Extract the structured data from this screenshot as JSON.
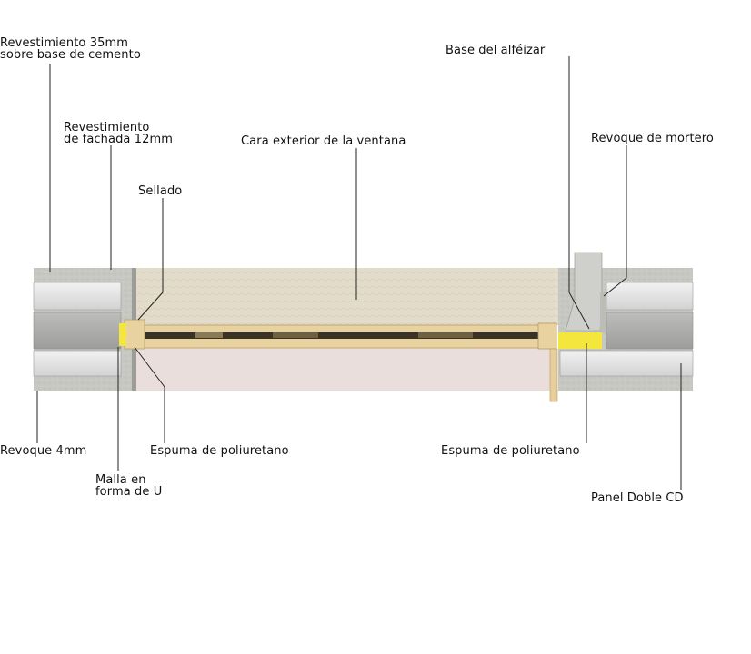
{
  "labels": {
    "revestimiento_35": "Revestimiento 35mm\nsobre base de cemento",
    "revestimiento_fachada": "Revestimiento\nde fachada 12mm",
    "sellado": "Sellado",
    "cara_exterior": "Cara exterior de la ventana",
    "base_alfeizar": "Base del alféizar",
    "revoque_mortero": "Revoque de mortero",
    "revoque_4mm": "Revoque 4mm",
    "espuma_izq": "Espuma de poliuretano",
    "malla_u": "Malla en\nforma de U",
    "espuma_der": "Espuma de poliuretano",
    "panel_doble": "Panel Doble CD"
  },
  "colors": {
    "concrete": "#c9c9c4",
    "panel_light": "#e6e6e6",
    "panel_dark": "#a8a8a6",
    "stone_exterior": "#e3dccb",
    "interior_plaster": "#e9dedb",
    "wood": "#e8d2a0",
    "foam": "#f4e63c",
    "leader": "#222222"
  }
}
